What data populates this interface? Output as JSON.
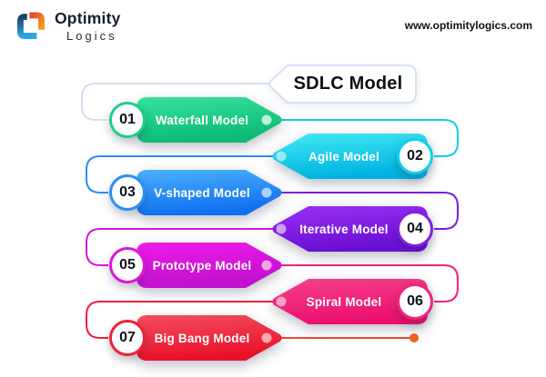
{
  "brand": {
    "logo_icon": "optimity-logo-mark",
    "name_line1": "Optimity",
    "name_line2": "Logics",
    "logo_colors": {
      "blue_top": "#1d3f63",
      "blue_bottom": "#2ba7e6",
      "orange_left": "#e8432b",
      "orange_right": "#f6a01f"
    }
  },
  "header": {
    "website_url": "www.optimitylogics.com"
  },
  "diagram": {
    "title": "SDLC Model",
    "title_box_border": "#ccd9ee",
    "intro_connector_color": "#ccd8e8",
    "end_connector_color": "#f04b2a",
    "end_dot_color": "#f4611d",
    "models": [
      {
        "num": "01",
        "label": "Waterfall Model",
        "side": "left",
        "gradient": [
          "#36e29b",
          "#0cba75"
        ],
        "ring": "#1ecf87",
        "tip_dot": "#bdf2d8",
        "connector_color": "#12cfe8"
      },
      {
        "num": "02",
        "label": "Agile Model",
        "side": "right",
        "gradient": [
          "#41e9f2",
          "#01b3e3"
        ],
        "ring": "#12cfe8",
        "tip_dot": "#93ecf4",
        "connector_color": "#2b8df6"
      },
      {
        "num": "03",
        "label": "V-shaped Model",
        "side": "left",
        "gradient": [
          "#4cb1fa",
          "#0f6ff0"
        ],
        "ring": "#2b8df6",
        "tip_dot": "#a6d3fb",
        "connector_color": "#7f1fe3"
      },
      {
        "num": "04",
        "label": "Iterative Model",
        "side": "right",
        "gradient": [
          "#9a2ff5",
          "#6a0fd5"
        ],
        "ring": "#7f1fe3",
        "tip_dot": "#c9a0f2",
        "connector_color": "#dc16dc"
      },
      {
        "num": "05",
        "label": "Prototype Model",
        "side": "left",
        "gradient": [
          "#ef1ae9",
          "#c011ce"
        ],
        "ring": "#dc16dc",
        "tip_dot": "#f3a4ec",
        "connector_color": "#f2237d"
      },
      {
        "num": "06",
        "label": "Spiral Model",
        "side": "right",
        "gradient": [
          "#f4418a",
          "#ec0f6e"
        ],
        "ring": "#f2237d",
        "tip_dot": "#f8a2c5",
        "connector_color": "#ee2139"
      },
      {
        "num": "07",
        "label": "Big Bang Model",
        "side": "left",
        "gradient": [
          "#f34e5f",
          "#ea1028"
        ],
        "ring": "#ee2139",
        "tip_dot": "#f7a8b0",
        "connector_color": "#f04b2a"
      }
    ]
  }
}
